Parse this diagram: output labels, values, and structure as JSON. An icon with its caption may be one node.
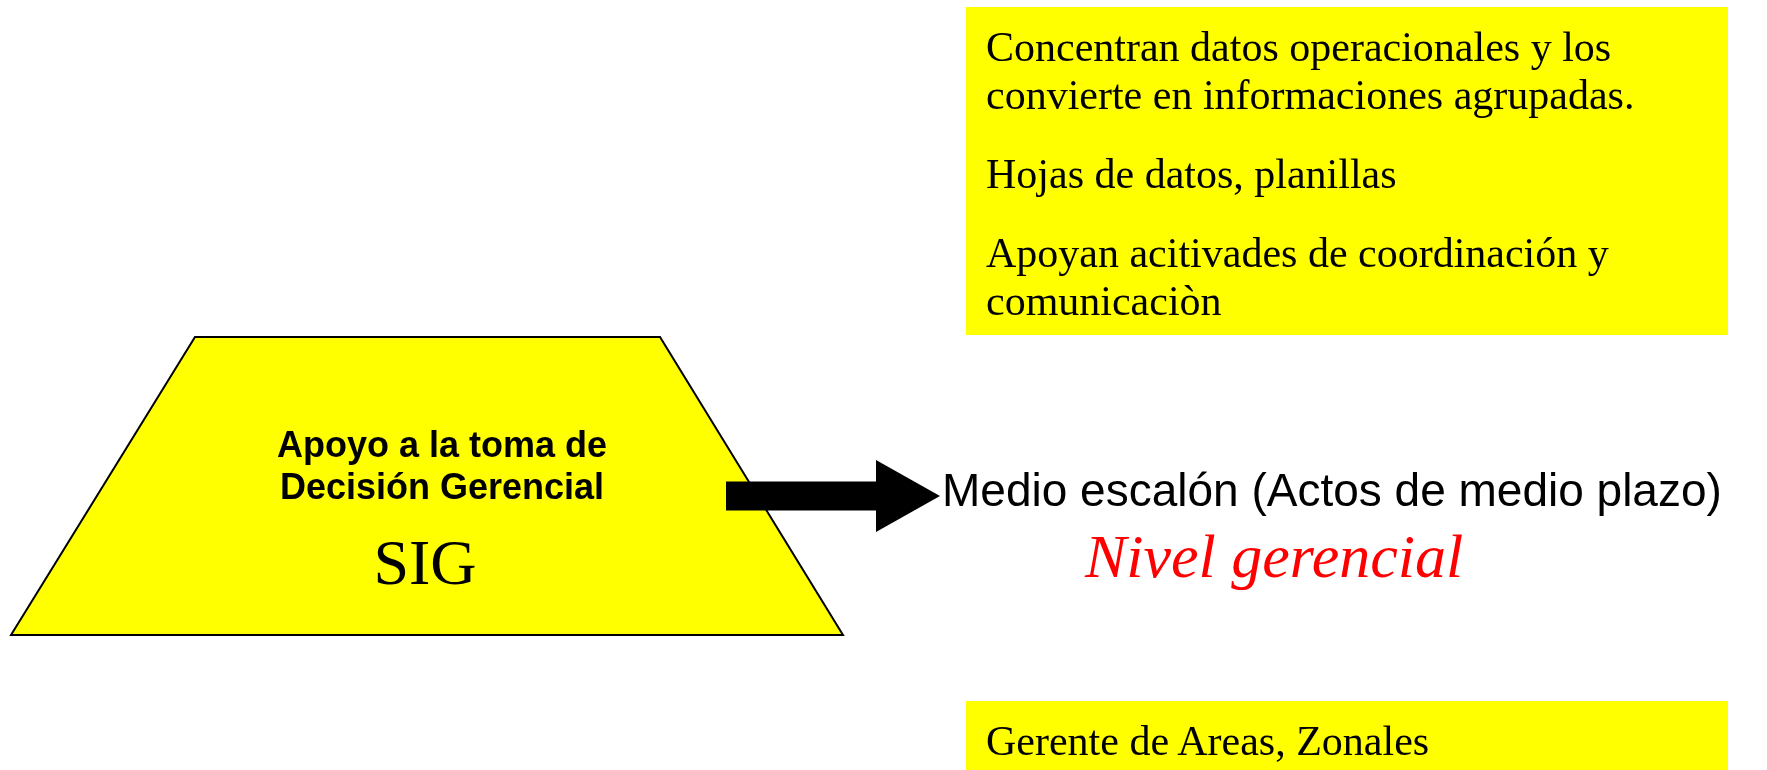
{
  "diagram": {
    "nodes": [
      {
        "text": [
          "Concentran datos operacionales y los convierte en informaciones agrupadas.",
          "Hojas de datos, planillas",
          "Apoyan acitivades de coordinación y comunicaciòn"
        ]
      },
      {
        "text": [
          "Apoyo a la toma de Decisión Gerencial",
          "SIG"
        ]
      },
      {
        "text": [
          "Medio escalón (Actos de medio plazo)"
        ],
        "beside": [
          "Nivel gerencial"
        ]
      },
      {
        "text": [
          "Gerente de Areas, Zonales"
        ]
      }
    ],
    "edges": [
      {
        "from": 1,
        "to": 2,
        "arrow": "to"
      }
    ]
  }
}
